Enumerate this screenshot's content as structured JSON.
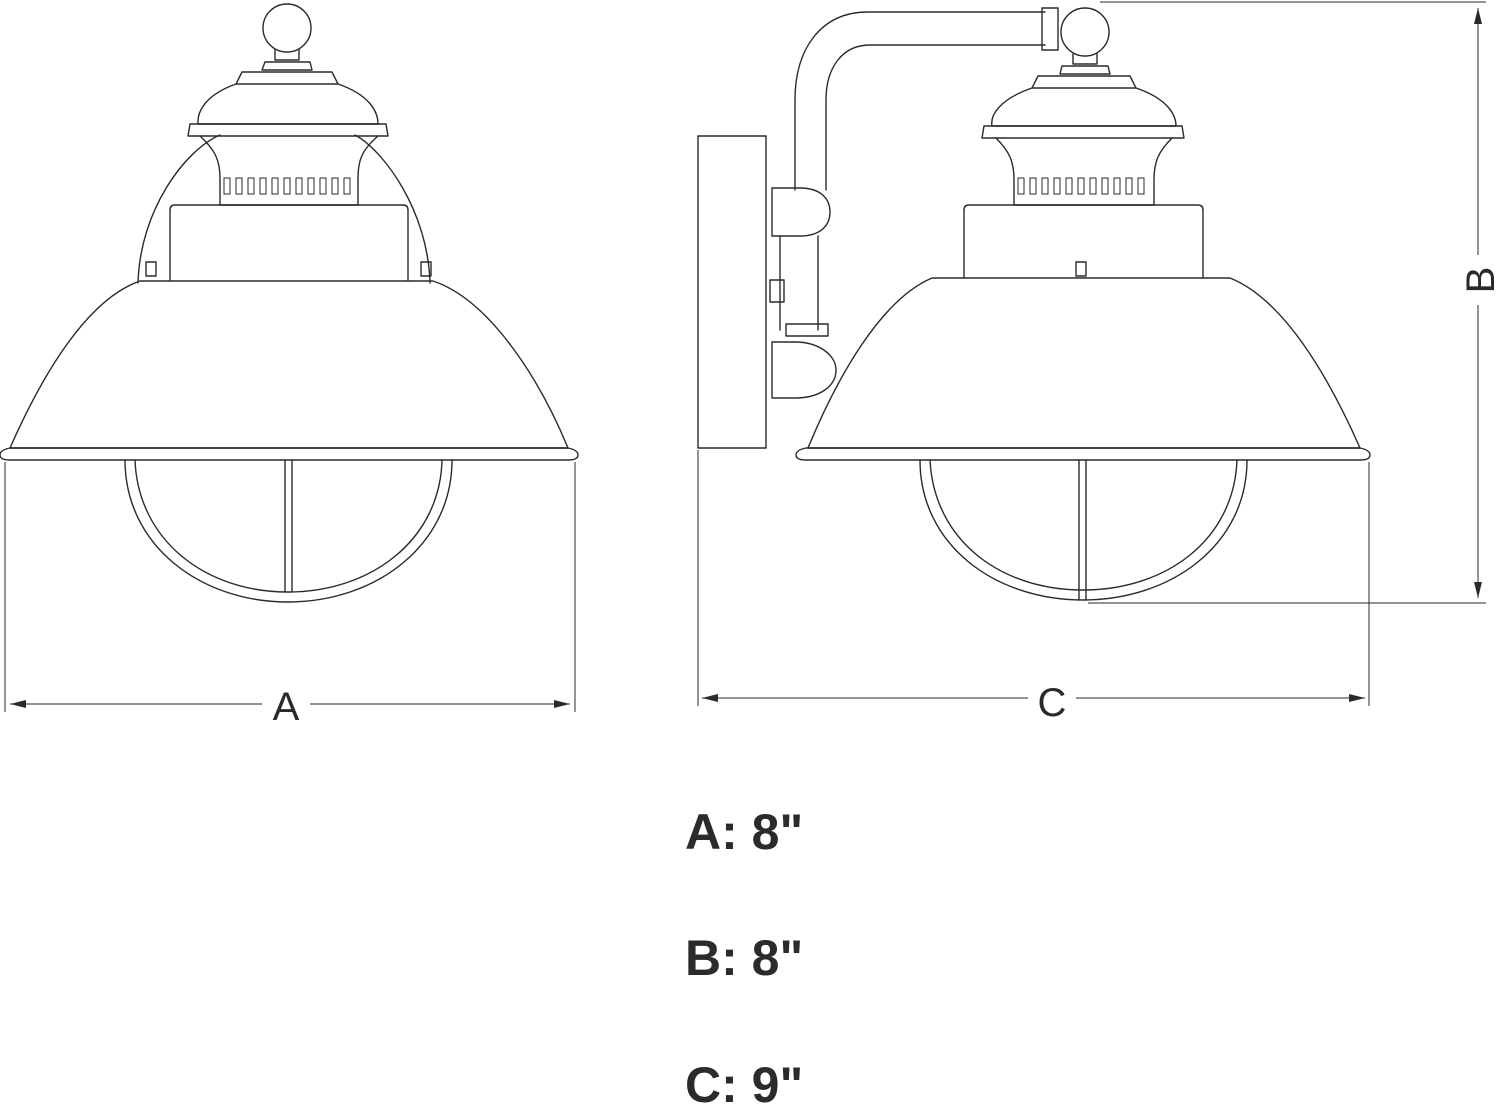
{
  "dimension_labels": {
    "width_front": "A",
    "height": "B",
    "depth": "C"
  },
  "legend": [
    {
      "key": "A",
      "text": "A: 8\""
    },
    {
      "key": "B",
      "text": "B: 8\""
    },
    {
      "key": "C",
      "text": "C: 9\""
    }
  ],
  "colors": {
    "line": "#2a2a2a",
    "background": "#ffffff"
  }
}
